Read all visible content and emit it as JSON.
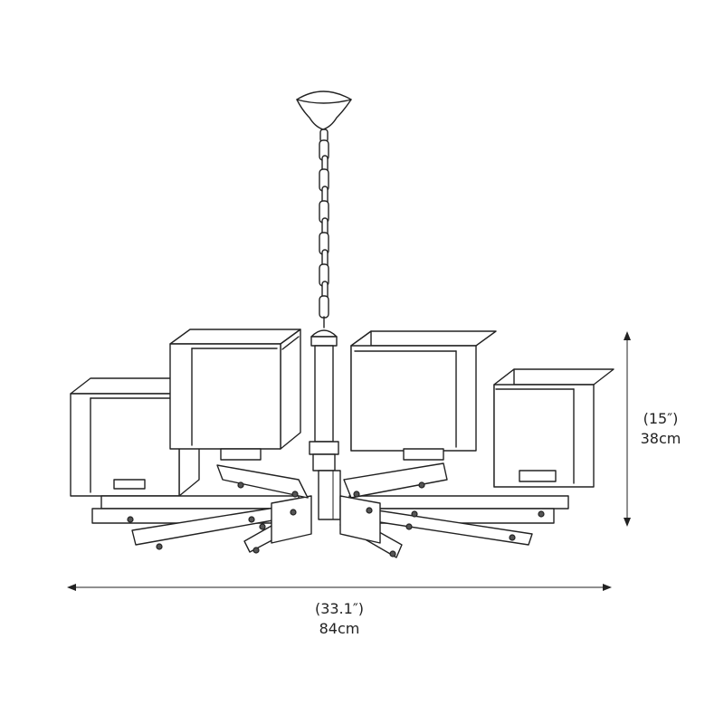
{
  "dimensions": {
    "height_inches": "(15″)",
    "height_cm": "38cm",
    "width_inches": "(33.1″)",
    "width_cm": "84cm"
  },
  "colors": {
    "line": "#222222",
    "background": "#ffffff"
  }
}
